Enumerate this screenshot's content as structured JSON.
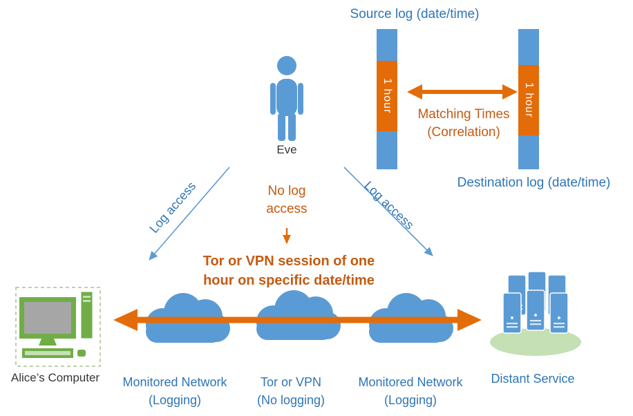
{
  "colors": {
    "shape_blue": "#5B9BD5",
    "text_blue": "#2E75B6",
    "shape_orange": "#E36C09",
    "text_orange": "#C55A11",
    "green": "#70AD47",
    "green_light": "#C5E0B4",
    "screen_gray": "#A6A6A6"
  },
  "top_section": {
    "source_log": "Source log (date/time)",
    "destination_log": "Destination log (date/time)",
    "left_bar_hour": "1 hour",
    "right_bar_hour": "1 hour",
    "matching_line1": "Matching Times",
    "matching_line2": "(Correlation)"
  },
  "eve_section": {
    "name": "Eve",
    "log_access_left": "Log access",
    "log_access_right": "Log access",
    "no_log_line1": "No log",
    "no_log_line2": "access",
    "session_line1": "Tor or VPN session of one",
    "session_line2": "hour on specific date/time"
  },
  "bottom_section": {
    "alice": "Alice’s Computer",
    "network1_line1": "Monitored Network",
    "network1_line2": "(Logging)",
    "tor_line1": "Tor or VPN",
    "tor_line2": "(No logging)",
    "network2_line1": "Monitored Network",
    "network2_line2": "(Logging)",
    "distant": "Distant Service"
  }
}
